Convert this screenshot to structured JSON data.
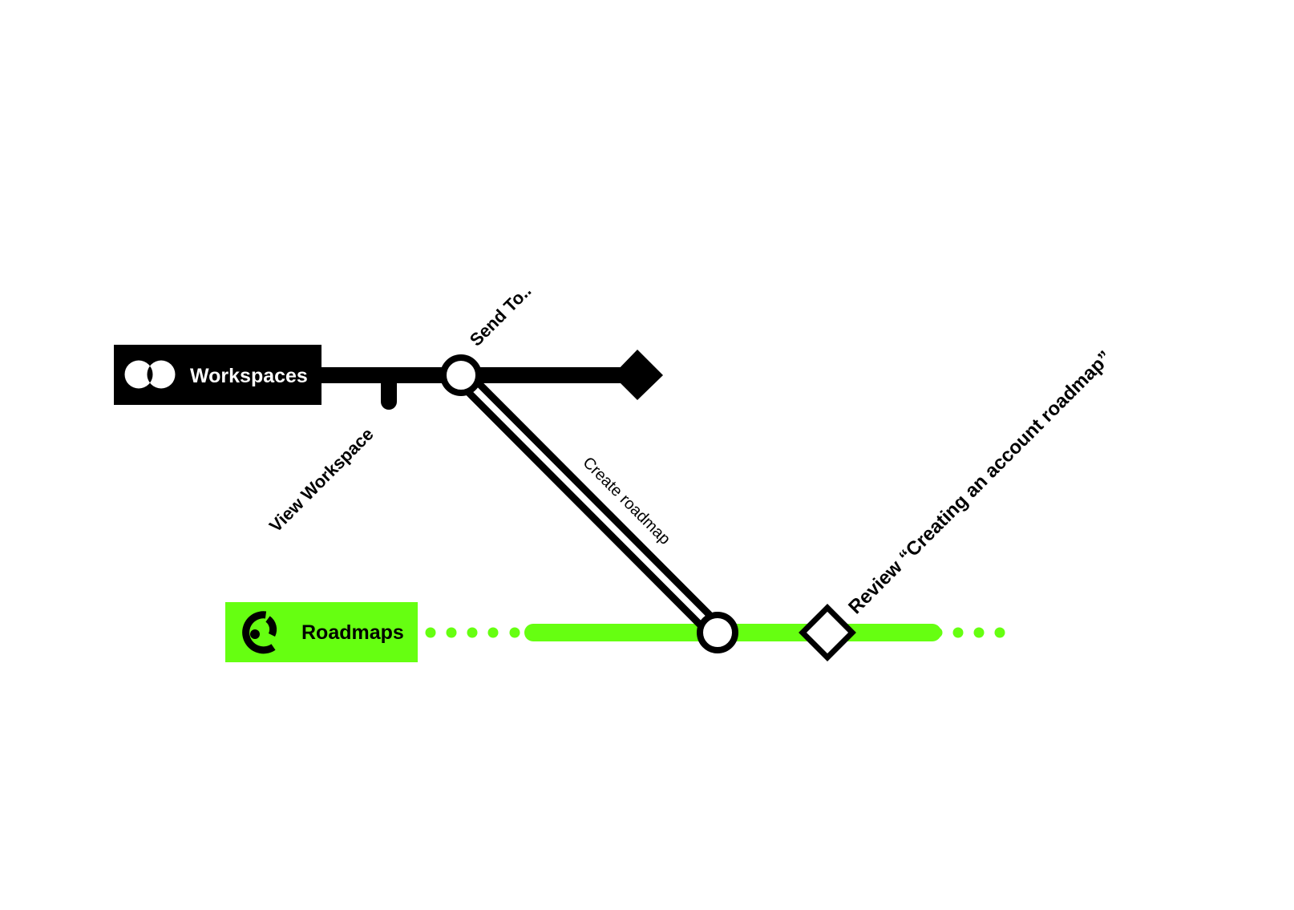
{
  "lines": {
    "workspaces": {
      "name": "Workspaces",
      "color": "#000000",
      "text_color": "#ffffff"
    },
    "roadmaps": {
      "name": "Roadmaps",
      "color": "#66ff11",
      "text_color": "#000000"
    }
  },
  "stops": {
    "view_workspace": "View Workspace",
    "send_to": "Send To..",
    "review": "Review “Creating an account roadmap”"
  },
  "connector": {
    "label": "Create roadmap"
  },
  "icons": {
    "workspaces": "overlapping-circles-icon",
    "roadmaps": "segmented-ring-icon"
  }
}
